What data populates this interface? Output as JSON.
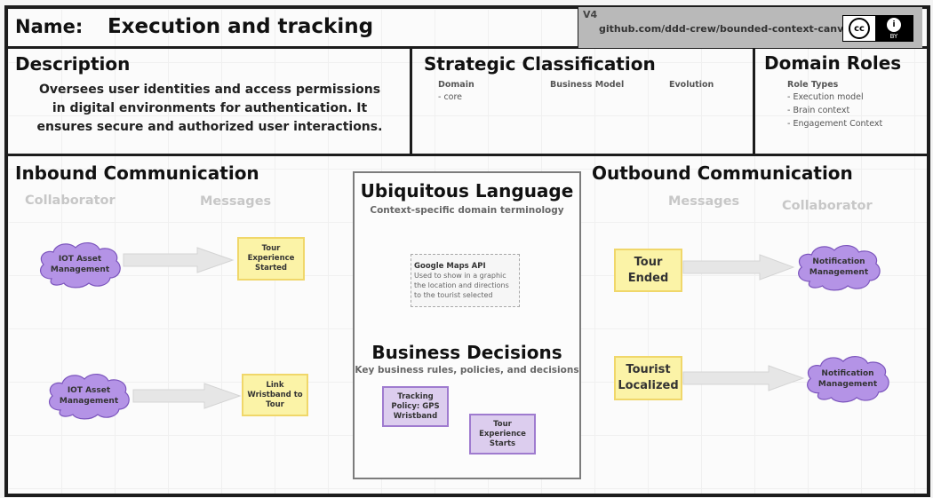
{
  "header": {
    "name_label": "Name:",
    "name_value": "Execution and tracking",
    "version": "V4",
    "link": "github.com/ddd-crew/bounded-context-canvas",
    "license_cc": "cc",
    "license_by_icon": "i",
    "license_by": "BY"
  },
  "description": {
    "title": "Description",
    "text": "Oversees user identities and access permissions in digital environments for authentication. It ensures secure and authorized user interactions."
  },
  "strategic": {
    "title": "Strategic Classification",
    "domain_label": "Domain",
    "domain_value": "- core",
    "business_model_label": "Business Model",
    "evolution_label": "Evolution"
  },
  "domain_roles": {
    "title": "Domain Roles",
    "role_types_label": "Role Types",
    "roles": [
      "- Execution model",
      "- Brain context",
      "- Engagement Context"
    ]
  },
  "inbound": {
    "title": "Inbound Communication",
    "collaborator_label": "Collaborator",
    "messages_label": "Messages",
    "items": [
      {
        "collaborator": "IOT Asset Management",
        "message": "Tour Experience Started"
      },
      {
        "collaborator": "IOT Asset Management",
        "message": "Link Wristband to Tour"
      }
    ]
  },
  "ubiquitous": {
    "title": "Ubiquitous Language",
    "subtitle": "Context-specific domain terminology",
    "terms": [
      {
        "title": "Google Maps API",
        "description": "Used to show in a graphic the location and directions to the tourist selected"
      }
    ]
  },
  "business_decisions": {
    "title": "Business Decisions",
    "subtitle": "Key business rules, policies, and decisions",
    "policies": [
      "Tracking Policy: GPS Wristband",
      "Tour Experience Starts"
    ]
  },
  "outbound": {
    "title": "Outbound Communication",
    "messages_label": "Messages",
    "collaborator_label": "Collaborator",
    "items": [
      {
        "message": "Tour Ended",
        "collaborator": "Notification Management"
      },
      {
        "message": "Tourist Localized",
        "collaborator": "Notification Management"
      }
    ]
  },
  "colors": {
    "sticky_fill": "#fbf3a7",
    "sticky_border": "#f0d76a",
    "cloud_fill": "#b493e6",
    "cloud_border": "#7c55bd",
    "policy_fill": "#dccdee",
    "policy_border": "#9f7bcf",
    "arrow": "#e2e2e2"
  }
}
